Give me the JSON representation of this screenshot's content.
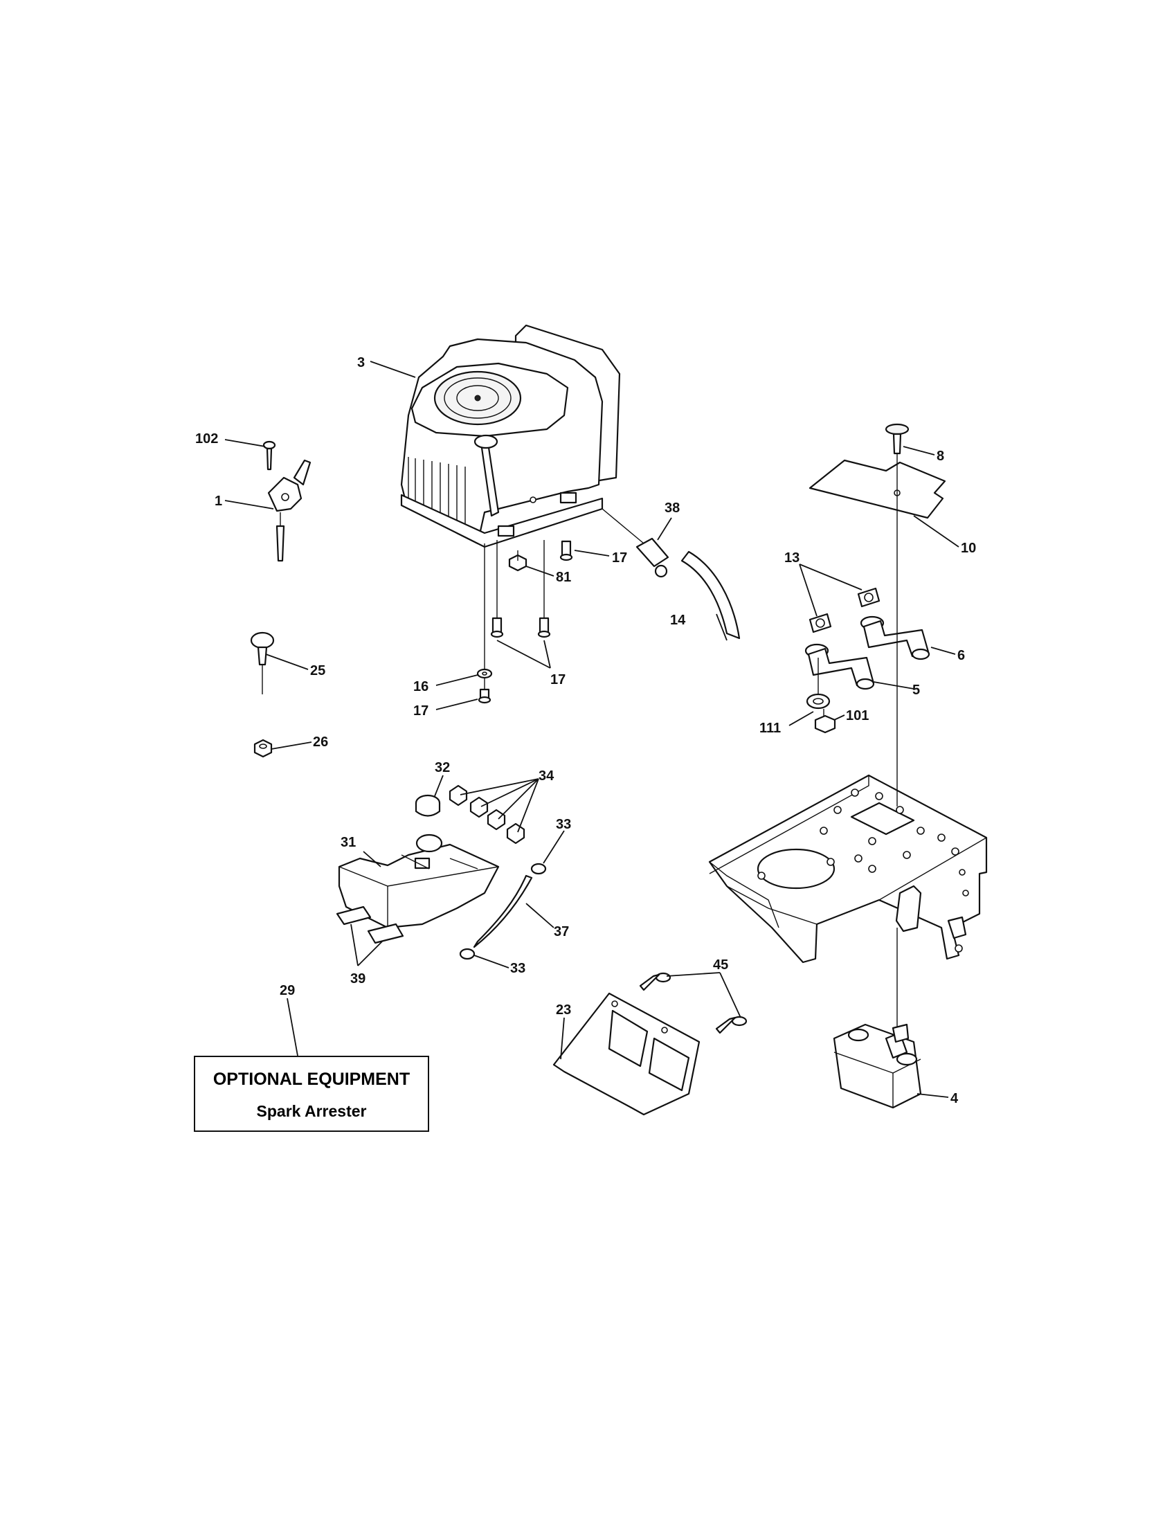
{
  "callouts": [
    {
      "id": "c3",
      "label": "3"
    },
    {
      "id": "c102",
      "label": "102"
    },
    {
      "id": "c1",
      "label": "1"
    },
    {
      "id": "c8",
      "label": "8"
    },
    {
      "id": "c38",
      "label": "38"
    },
    {
      "id": "c10",
      "label": "10"
    },
    {
      "id": "c13",
      "label": "13"
    },
    {
      "id": "c17a",
      "label": "17"
    },
    {
      "id": "c81",
      "label": "81"
    },
    {
      "id": "c14",
      "label": "14"
    },
    {
      "id": "c6",
      "label": "6"
    },
    {
      "id": "c25",
      "label": "25"
    },
    {
      "id": "c17b",
      "label": "17"
    },
    {
      "id": "c16",
      "label": "16"
    },
    {
      "id": "c5",
      "label": "5"
    },
    {
      "id": "c17c",
      "label": "17"
    },
    {
      "id": "c111",
      "label": "111"
    },
    {
      "id": "c101",
      "label": "101"
    },
    {
      "id": "c26",
      "label": "26"
    },
    {
      "id": "c32",
      "label": "32"
    },
    {
      "id": "c34",
      "label": "34"
    },
    {
      "id": "c33a",
      "label": "33"
    },
    {
      "id": "c31",
      "label": "31"
    },
    {
      "id": "c37",
      "label": "37"
    },
    {
      "id": "c39",
      "label": "39"
    },
    {
      "id": "c33b",
      "label": "33"
    },
    {
      "id": "c29",
      "label": "29"
    },
    {
      "id": "c45",
      "label": "45"
    },
    {
      "id": "c23",
      "label": "23"
    },
    {
      "id": "c4",
      "label": "4"
    }
  ],
  "optional_box": {
    "line1": "OPTIONAL EQUIPMENT",
    "line2": "Spark Arrester"
  }
}
